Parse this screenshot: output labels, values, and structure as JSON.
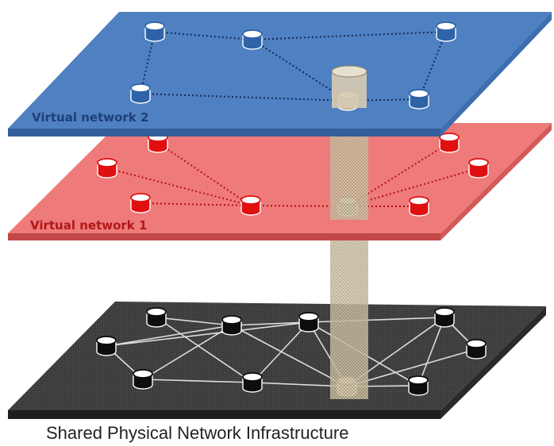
{
  "labels": {
    "virtual_network_2": "Virtual network 2",
    "virtual_network_1": "Virtual network 1",
    "caption": "Shared Physical Network Infrastructure"
  },
  "colors": {
    "vn2_plane": "#4f80c1",
    "vn2_label": "#1f3f78",
    "vn1_plane": "#ef7a7a",
    "vn1_label": "#b01818",
    "physical_plane": "#3c3c3c",
    "vn2_node": "#2e63a8",
    "vn1_node": "#e01010",
    "physical_node": "#0d0d0d",
    "shared_node": "#cdbfa0"
  },
  "layers": [
    {
      "id": "virtual-network-2",
      "label_key": "virtual_network_2",
      "node_count": 6,
      "link_style": "dotted"
    },
    {
      "id": "virtual-network-1",
      "label_key": "virtual_network_1",
      "node_count": 8,
      "link_style": "dotted"
    },
    {
      "id": "shared-physical-network",
      "label_key": "caption",
      "node_count": 10,
      "link_style": "solid"
    }
  ]
}
